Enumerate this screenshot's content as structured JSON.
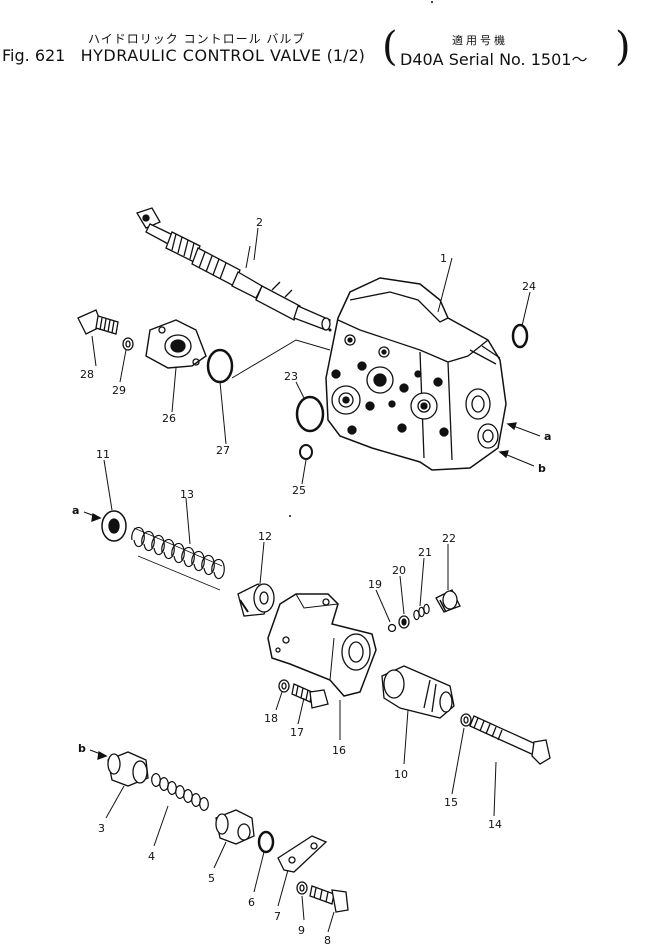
{
  "header": {
    "jp_title": "ハイドロリック コントロール バルブ",
    "fig_no": "Fig. 621",
    "title": "HYDRAULIC CONTROL VALVE",
    "fraction": "(1/2)",
    "applicable_jp": "適用号機",
    "applicable": "D40A Serial No. 1501～"
  },
  "callouts": {
    "c1": "1",
    "c2": "2",
    "c3": "3",
    "c4": "4",
    "c5": "5",
    "c6": "6",
    "c7": "7",
    "c8": "8",
    "c9": "9",
    "c10": "10",
    "c11": "11",
    "c12": "12",
    "c13": "13",
    "c14": "14",
    "c15": "15",
    "c16": "16",
    "c17": "17",
    "c18": "18",
    "c19": "19",
    "c20": "20",
    "c21": "21",
    "c22": "22",
    "c23": "23",
    "c24": "24",
    "c25": "25",
    "c26": "26",
    "c27": "27",
    "c28": "28",
    "c29": "29"
  },
  "ports": {
    "a": "a",
    "b": "b"
  }
}
